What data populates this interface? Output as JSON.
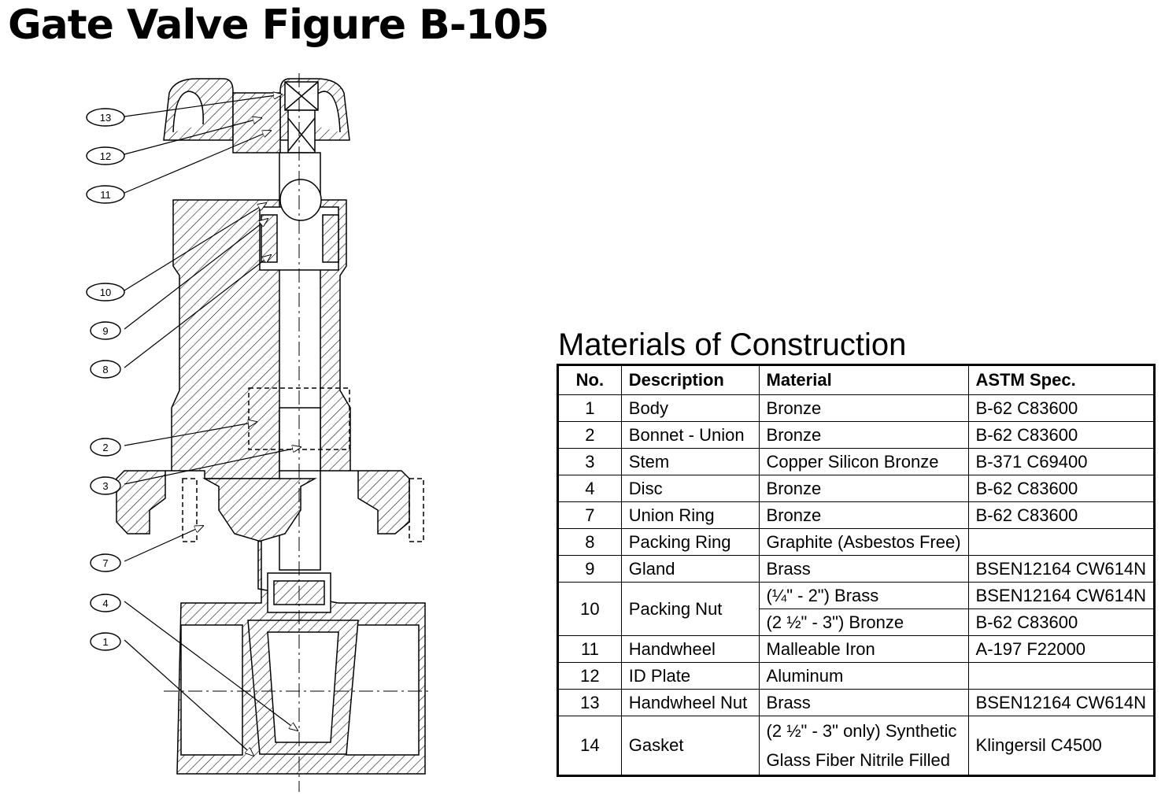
{
  "page": {
    "title": "Gate Valve Figure B-105"
  },
  "diagram": {
    "callouts": [
      "13",
      "12",
      "11",
      "10",
      "9",
      "8",
      "2",
      "3",
      "7",
      "4",
      "1"
    ]
  },
  "materials": {
    "title": "Materials of Construction",
    "headers": [
      "No.",
      "Description",
      "Material",
      "ASTM Spec."
    ],
    "rows": [
      {
        "no": "1",
        "description": "Body",
        "material": "Bronze",
        "spec": "B-62 C83600"
      },
      {
        "no": "2",
        "description": "Bonnet - Union",
        "material": "Bronze",
        "spec": "B-62 C83600"
      },
      {
        "no": "3",
        "description": "Stem",
        "material": "Copper Silicon Bronze",
        "spec": "B-371 C69400"
      },
      {
        "no": "4",
        "description": "Disc",
        "material": "Bronze",
        "spec": "B-62 C83600"
      },
      {
        "no": "7",
        "description": "Union Ring",
        "material": "Bronze",
        "spec": "B-62 C83600"
      },
      {
        "no": "8",
        "description": "Packing Ring",
        "material": "Graphite (Asbestos Free)",
        "spec": ""
      },
      {
        "no": "9",
        "description": "Gland",
        "material": "Brass",
        "spec": "BSEN12164 CW614N"
      },
      {
        "no": "10",
        "description": "Packing Nut",
        "material": "(¼\" - 2\") Brass",
        "spec": "BSEN12164 CW614N",
        "material2": "(2 ½\" - 3\") Bronze",
        "spec2": "B-62 C83600"
      },
      {
        "no": "11",
        "description": "Handwheel",
        "material": "Malleable Iron",
        "spec": "A-197 F22000"
      },
      {
        "no": "12",
        "description": "ID Plate",
        "material": "Aluminum",
        "spec": ""
      },
      {
        "no": "13",
        "description": "Handwheel Nut",
        "material": "Brass",
        "spec": "BSEN12164 CW614N"
      },
      {
        "no": "14",
        "description": "Gasket",
        "material": "(2 ½\" - 3\" only) Synthetic Glass Fiber Nitrile Filled",
        "spec": "Klingersil C4500"
      }
    ]
  }
}
